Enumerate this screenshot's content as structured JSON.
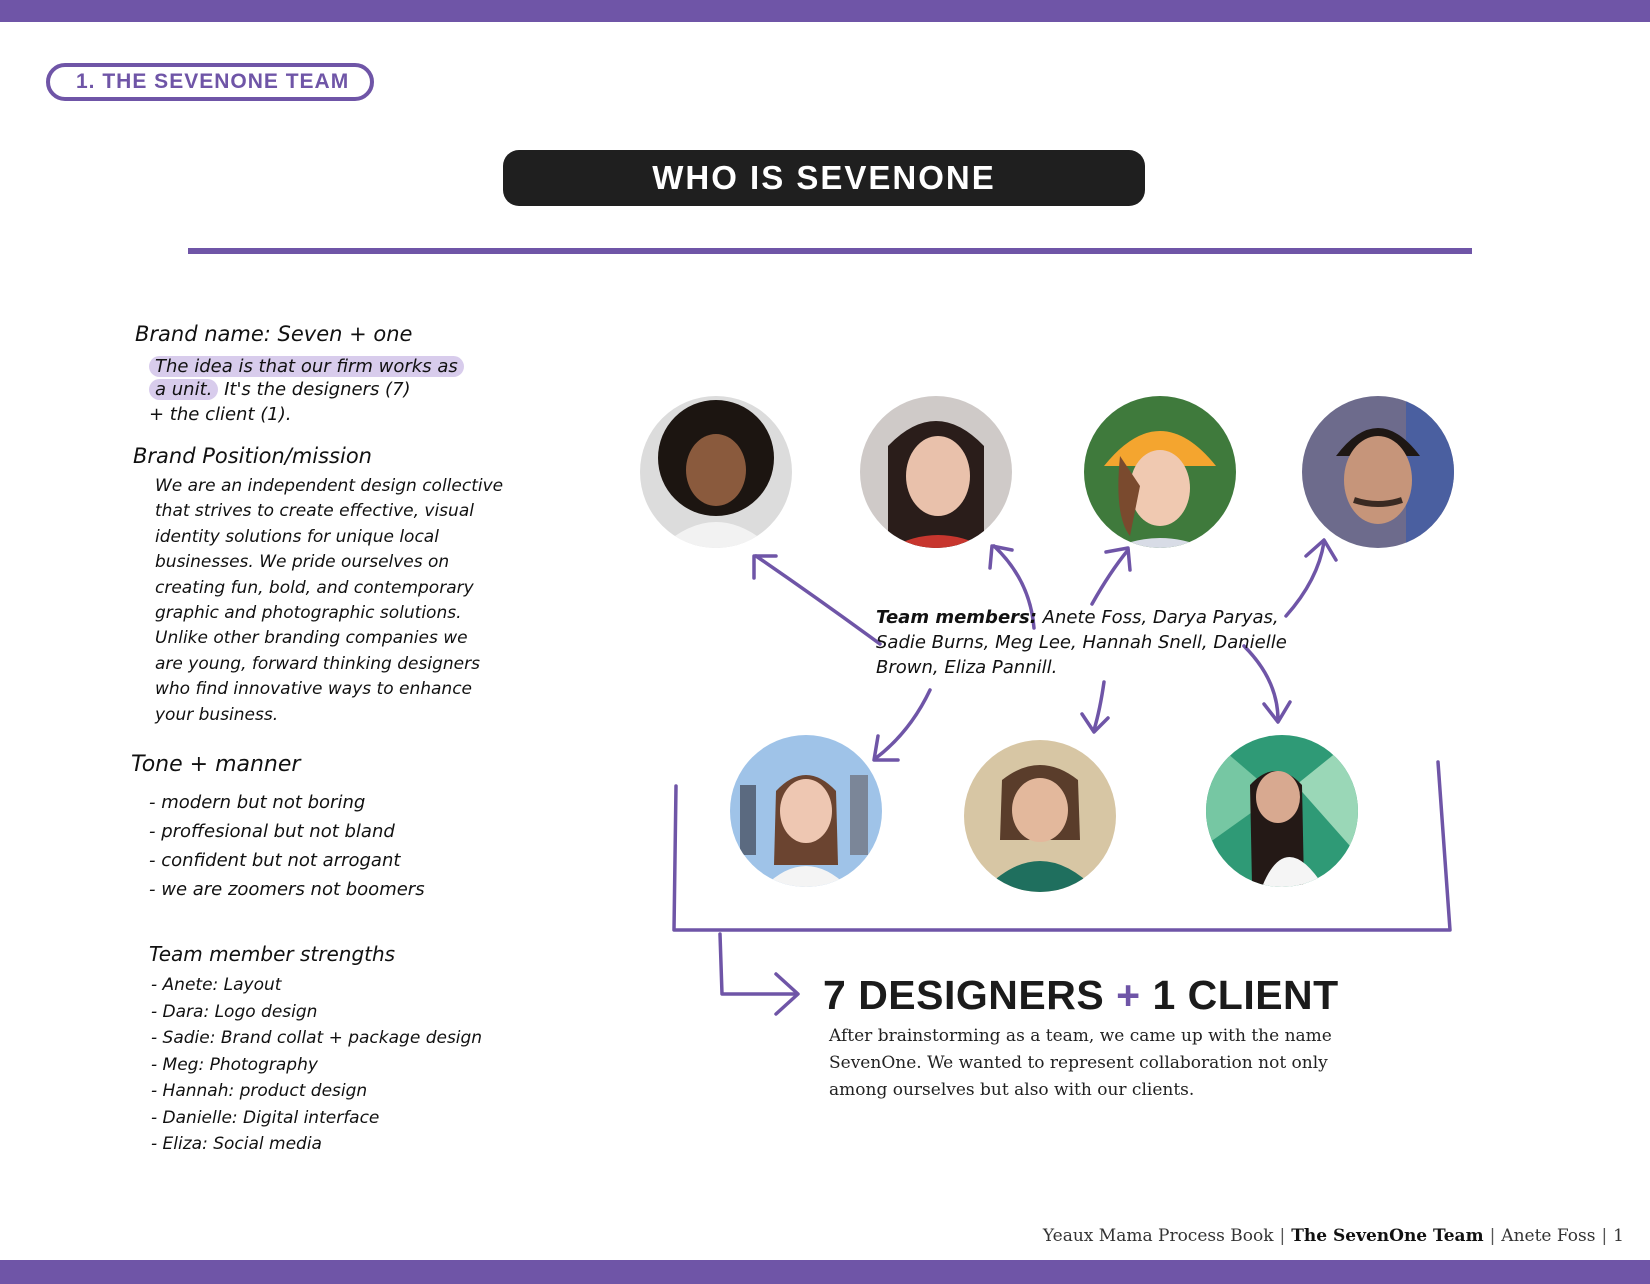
{
  "header": {
    "section_tag": "1. THE SEVENONE TEAM",
    "title": "WHO IS SEVENONE"
  },
  "notes": {
    "brand_name_heading": "Brand name: Seven + one",
    "brand_name_highlight_1": "The idea is that our firm works as",
    "brand_name_highlight_2": "a unit.",
    "brand_name_rest": "It's the designers (7)\n+ the client (1).",
    "mission_heading": "Brand Position/mission",
    "mission_text": "We are an independent design collective\nthat strives to create effective, visual\nidentity solutions for unique local\nbusinesses. We pride ourselves on\ncreating fun, bold, and contemporary\ngraphic and photographic solutions.\nUnlike other branding companies we\nare young, forward thinking designers\nwho find innovative ways to enhance\nyour business.",
    "tone_heading": "Tone + manner",
    "tone_items": [
      "- modern but not boring",
      "- proffesional but not bland",
      "- confident but not arrogant",
      "- we are zoomers not boomers"
    ],
    "strengths_heading": "Team member strengths",
    "strengths_items": [
      "- Anete: Layout",
      "- Dara: Logo design",
      "- Sadie: Brand collat + package design",
      "- Meg: Photography",
      "- Hannah: product design",
      "- Danielle: Digital interface",
      "- Eliza: Social media"
    ]
  },
  "team": {
    "label": "Team members:",
    "names": "Anete Foss, Darya Paryas, Sadie Burns, Meg Lee, Hannah Snell, Danielle Brown, Eliza Pannill."
  },
  "summary": {
    "headline_left": "7 DESIGNERS",
    "headline_plus": "+",
    "headline_right": "1 CLIENT",
    "description": "After brainstorming as a team, we came up with the name SevenOne. We wanted to represent collaboration not only among ourselves but also with our clients."
  },
  "footer": {
    "book": "Yeaux Mama Process Book",
    "section": "The SevenOne Team",
    "author": "Anete Foss",
    "page": "1"
  },
  "colors": {
    "accent": "#6f55a7",
    "dark_pill": "#1f1f1f",
    "highlight": "#d8ccec"
  }
}
